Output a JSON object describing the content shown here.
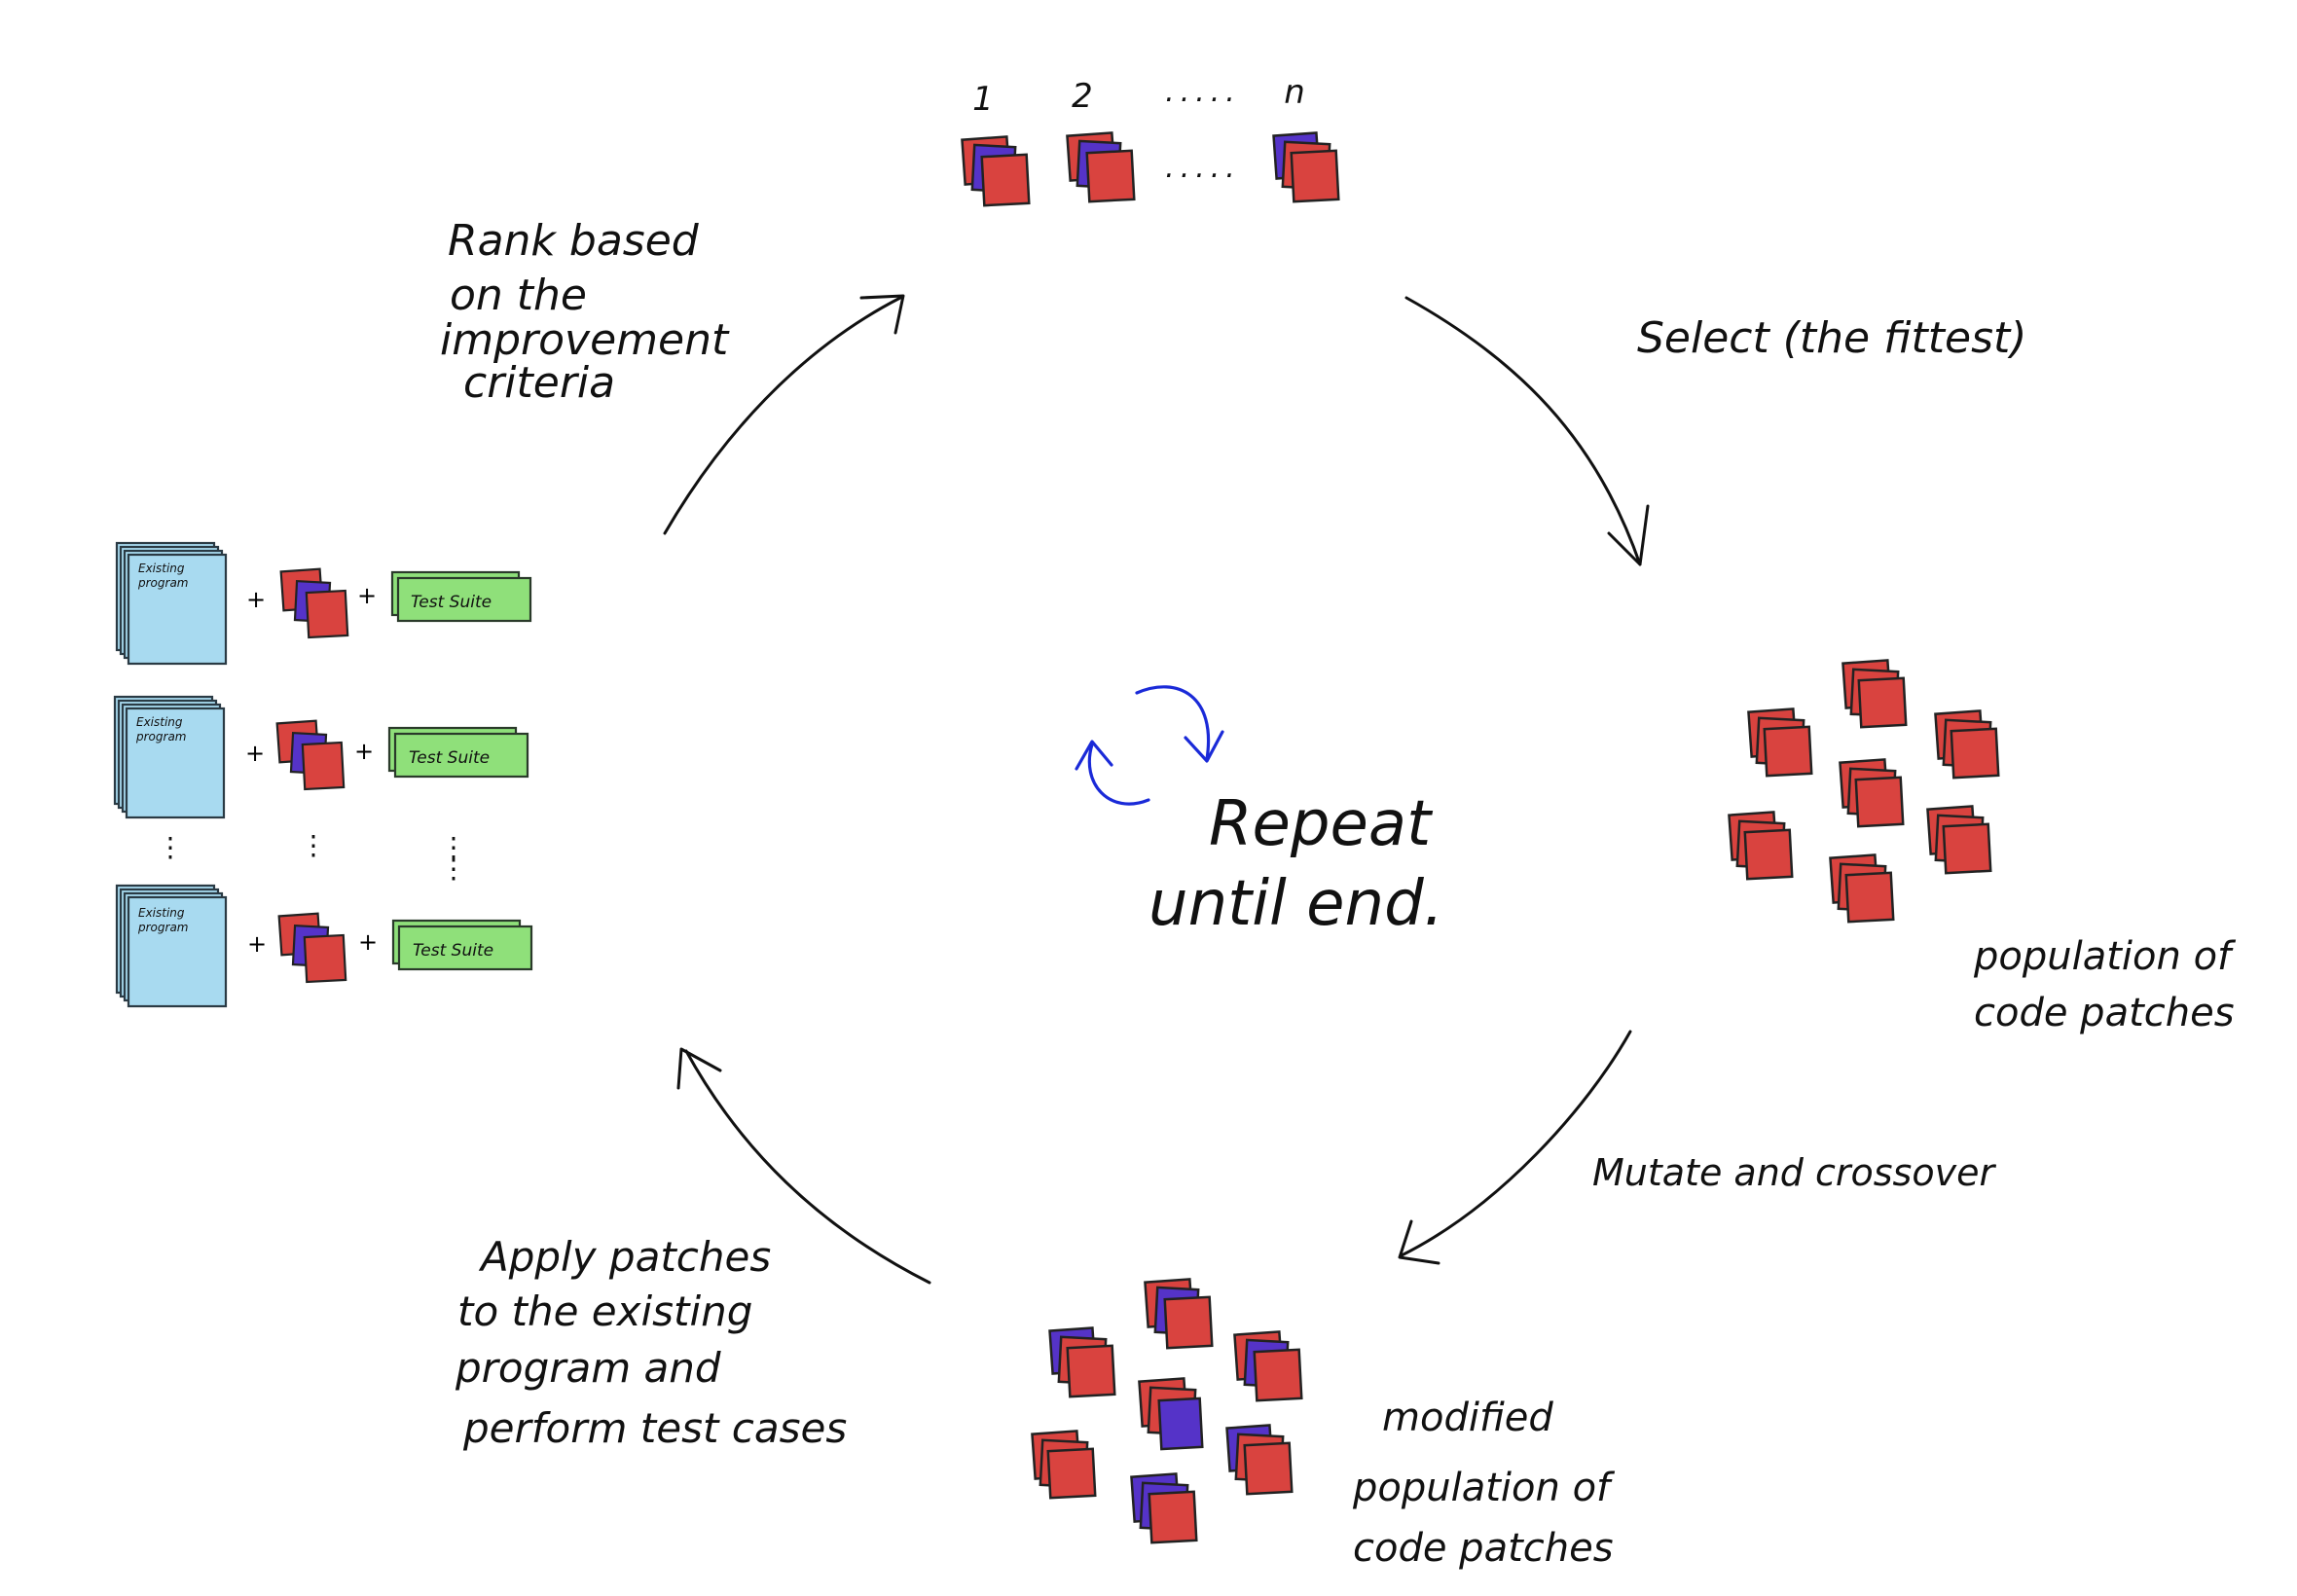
{
  "labels": {
    "rank": [
      "Rank based",
      "on the",
      "improvement",
      "criteria"
    ],
    "select": "Select (the fittest)",
    "population": [
      "population of",
      "code patches"
    ],
    "mutate": "Mutate and crossover",
    "modified": [
      "modified",
      "population of",
      "code patches"
    ],
    "apply": [
      "Apply patches",
      "to the existing",
      "program and",
      "perform test cases"
    ],
    "repeat": [
      "Repeat",
      "until end."
    ]
  },
  "ranking": {
    "indices": [
      "1",
      "2",
      "n"
    ],
    "ellipsis": "....."
  },
  "inputs": {
    "program_label": [
      "Existing",
      "program"
    ],
    "test_suite_label": "Test Suite",
    "plus": "+",
    "vertical_ellipsis": "⋮"
  },
  "colors": {
    "patch_red": "#d9433f",
    "patch_purple": "#5533c8",
    "program_blue": "#a8daf0",
    "suite_green": "#8fe07a",
    "repeat_arrow": "#1a2ad8",
    "stroke": "#111111"
  }
}
